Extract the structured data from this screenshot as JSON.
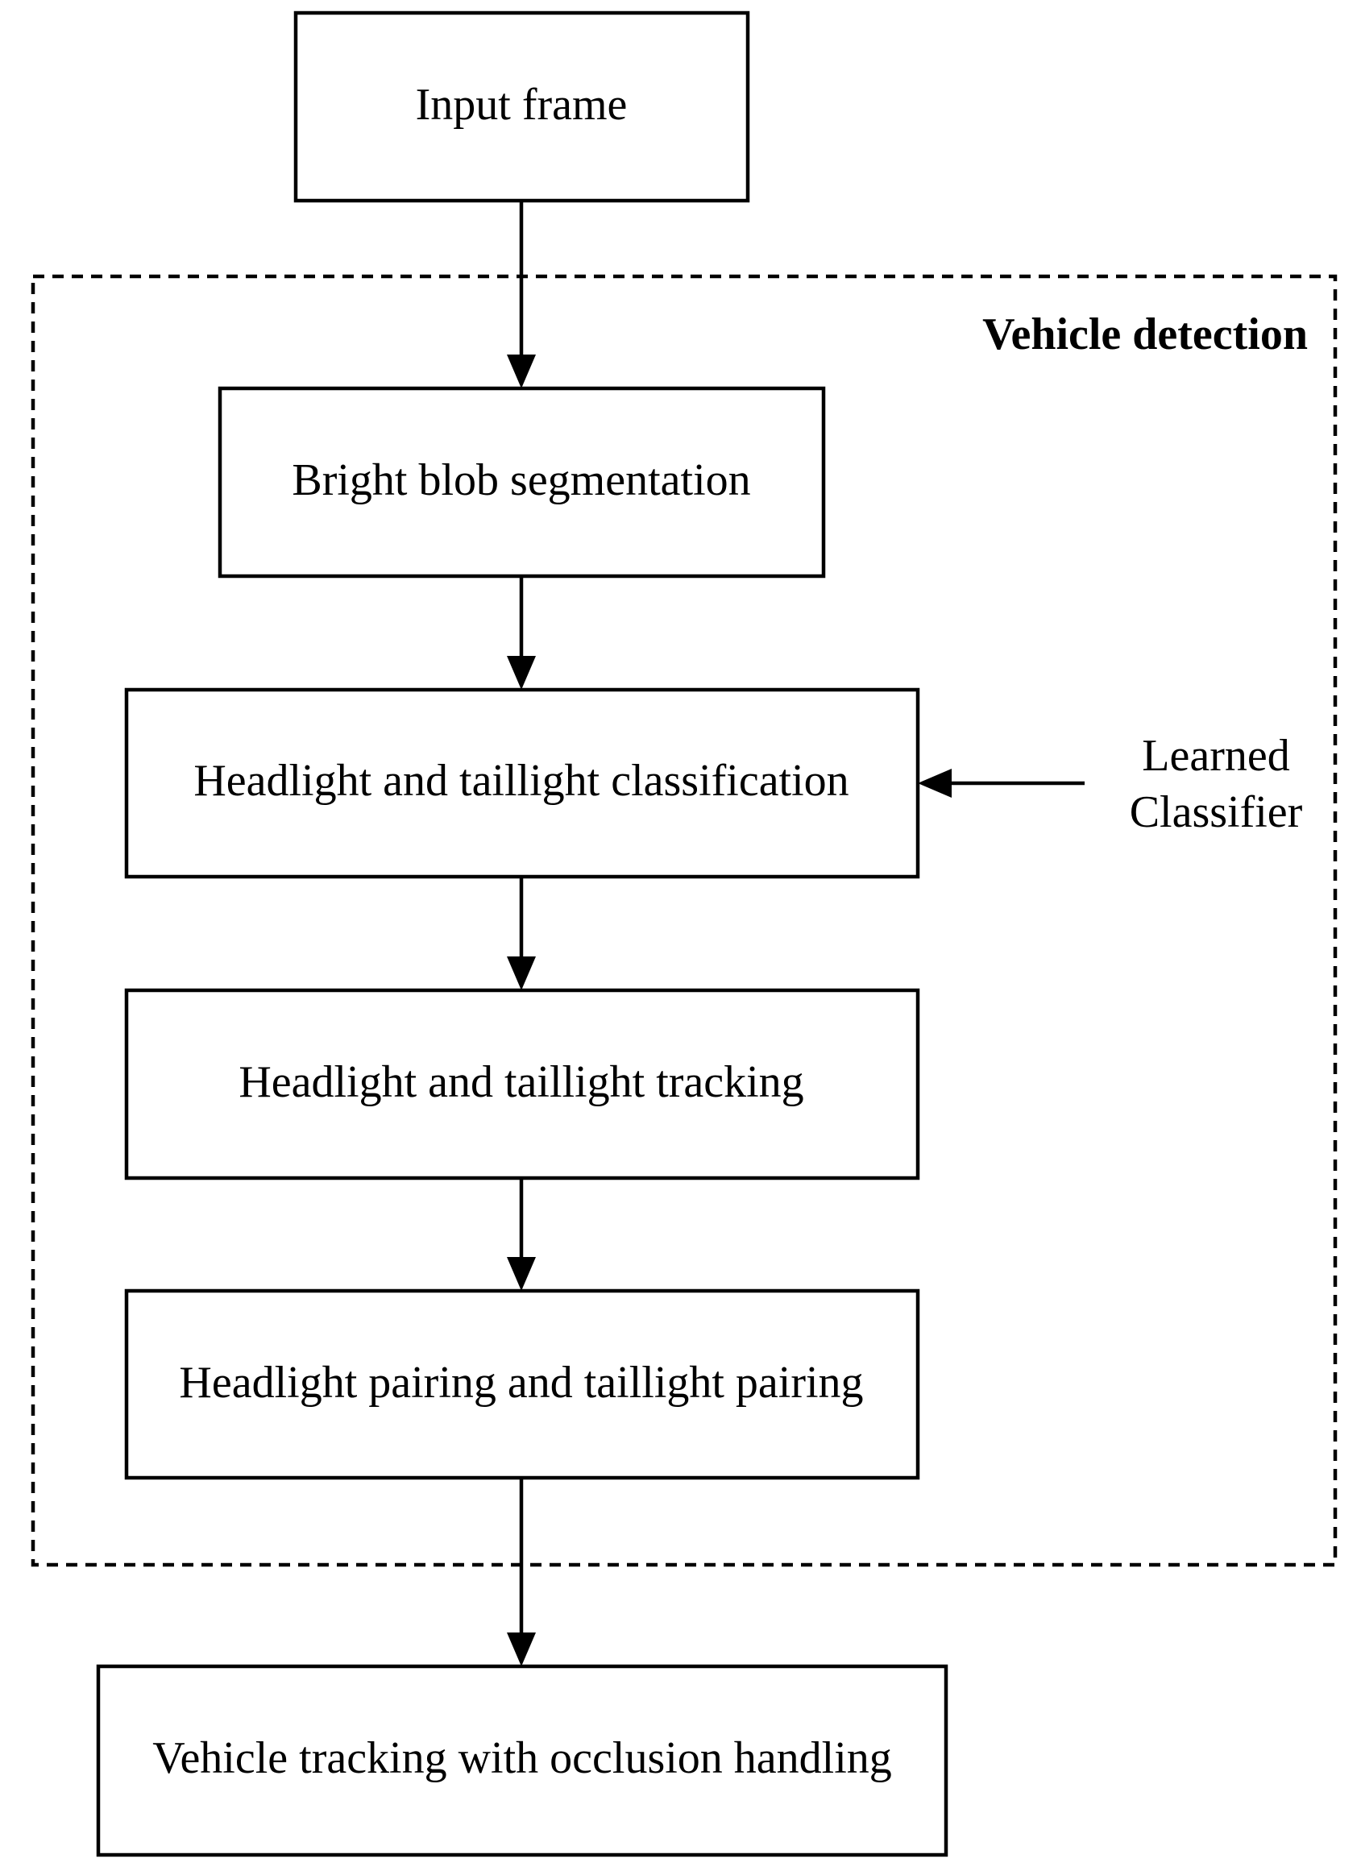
{
  "diagram": {
    "group_label": "Vehicle detection",
    "nodes": {
      "input": "Input frame",
      "segmentation": "Bright blob segmentation",
      "classification": "Headlight and taillight classification",
      "tracking": "Headlight and taillight tracking",
      "pairing": "Headlight pairing and taillight pairing",
      "vehicle_tracking": "Vehicle tracking with occlusion handling"
    },
    "classifier": {
      "line1": "Learned",
      "line2": "Classifier"
    },
    "colors": {
      "stroke": "#000000",
      "fill": "#ffffff"
    }
  }
}
